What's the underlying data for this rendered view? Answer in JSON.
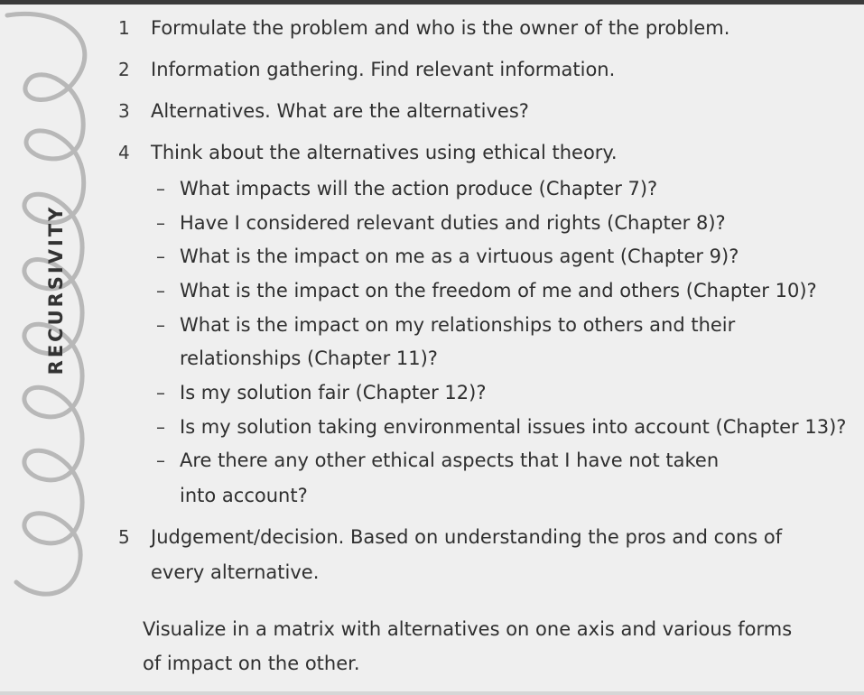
{
  "side_label": "RECURSIVITY",
  "steps": [
    {
      "num": "1",
      "lines": [
        "Formulate the problem and who is the owner of the problem."
      ]
    },
    {
      "num": "2",
      "lines": [
        "Information gathering. Find relevant information."
      ]
    },
    {
      "num": "3",
      "lines": [
        "Alternatives. What are the alternatives?"
      ]
    },
    {
      "num": "4",
      "lines": [
        "Think about the alternatives using ethical theory."
      ]
    },
    {
      "num": "5",
      "lines": [
        "Judgement/decision. Based on understanding the pros and cons of",
        "every alternative."
      ]
    }
  ],
  "questions": [
    {
      "dash": "–",
      "lines": [
        "What impacts will the action produce (Chapter 7)?"
      ]
    },
    {
      "dash": "–",
      "lines": [
        "Have I considered relevant duties and rights (Chapter 8)?"
      ]
    },
    {
      "dash": "–",
      "lines": [
        "What is the impact on me as a virtuous agent (Chapter 9)?"
      ]
    },
    {
      "dash": "–",
      "lines": [
        "What is the impact on the freedom of me and others (Chapter 10)?"
      ]
    },
    {
      "dash": "–",
      "lines": [
        "What is the impact on my relationships to others and their",
        "relationships (Chapter 11)?"
      ]
    },
    {
      "dash": "–",
      "lines": [
        "Is my solution fair (Chapter 12)?"
      ]
    },
    {
      "dash": "–",
      "lines": [
        "Is my solution taking environmental issues into account (Chapter 13)?"
      ]
    },
    {
      "dash": "–",
      "lines": [
        "Are there any other ethical aspects that I have not taken",
        "into account?"
      ]
    }
  ],
  "note": {
    "lines": [
      "Visualize in a matrix with alternatives on one axis and various forms",
      "of impact on the other."
    ]
  }
}
